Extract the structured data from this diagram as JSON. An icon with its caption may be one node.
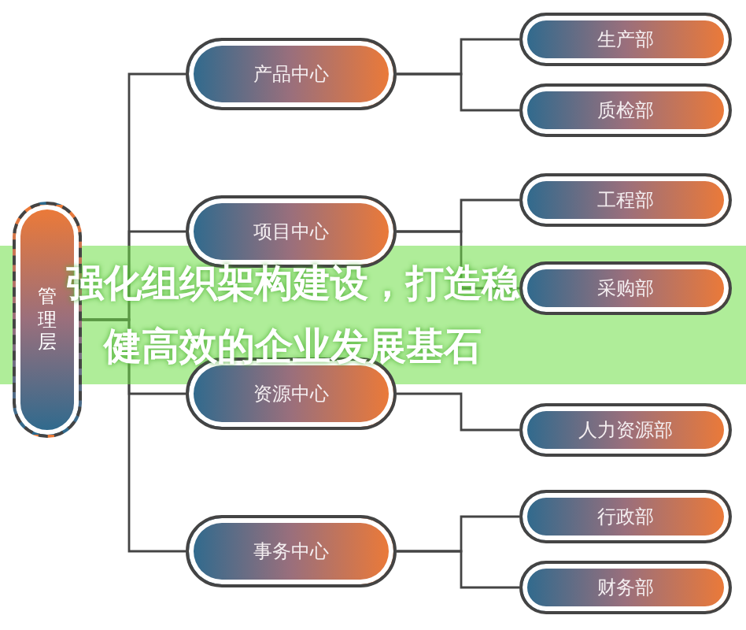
{
  "diagram": {
    "title": "强化组织架构建设，打造稳健高效的企业发展基石",
    "nodes": [
      {
        "text": [
          "管理层"
        ]
      },
      {
        "text": [
          "产品中心"
        ]
      },
      {
        "text": [
          "项目中心"
        ]
      },
      {
        "text": [
          "资源中心"
        ]
      },
      {
        "text": [
          "事务中心"
        ]
      },
      {
        "text": [
          "生产部"
        ]
      },
      {
        "text": [
          "质检部"
        ]
      },
      {
        "text": [
          "工程部"
        ]
      },
      {
        "text": [
          "采购部"
        ]
      },
      {
        "text": [
          "人力资源部"
        ]
      },
      {
        "text": [
          "行政部"
        ]
      },
      {
        "text": [
          "财务部"
        ]
      }
    ],
    "edges": [
      {
        "from": 0,
        "to": 1,
        "arrow": "none"
      },
      {
        "from": 0,
        "to": 2,
        "arrow": "none"
      },
      {
        "from": 0,
        "to": 3,
        "arrow": "none"
      },
      {
        "from": 0,
        "to": 4,
        "arrow": "none"
      },
      {
        "from": 1,
        "to": 5,
        "arrow": "none"
      },
      {
        "from": 1,
        "to": 6,
        "arrow": "none"
      },
      {
        "from": 2,
        "to": 7,
        "arrow": "none"
      },
      {
        "from": 2,
        "to": 8,
        "arrow": "none"
      },
      {
        "from": 3,
        "to": 9,
        "arrow": "none"
      },
      {
        "from": 4,
        "to": 10,
        "arrow": "none"
      },
      {
        "from": 4,
        "to": 11,
        "arrow": "none"
      }
    ]
  }
}
